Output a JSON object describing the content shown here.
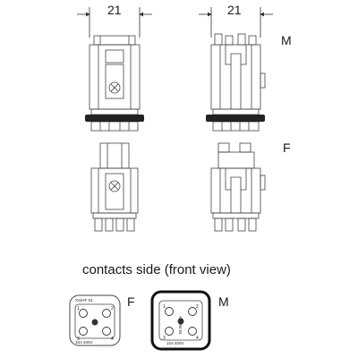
{
  "dimensions": {
    "left_width": "21",
    "right_width": "21"
  },
  "labels": {
    "male": "M",
    "female": "F",
    "front_female": "F",
    "front_male": "M"
  },
  "caption": "contacts side (front view)",
  "front_female": {
    "part_no": "XS/HF 04",
    "rating": "10A 400V",
    "contacts": [
      "1",
      "2",
      "3",
      "4"
    ]
  },
  "front_male": {
    "part_no": "XS/HM 04",
    "rating": "10A 400V",
    "contacts": [
      "1",
      "2",
      "3",
      "4"
    ]
  },
  "colors": {
    "line": "#333333",
    "ring": "#222222",
    "frame": "#111111"
  }
}
